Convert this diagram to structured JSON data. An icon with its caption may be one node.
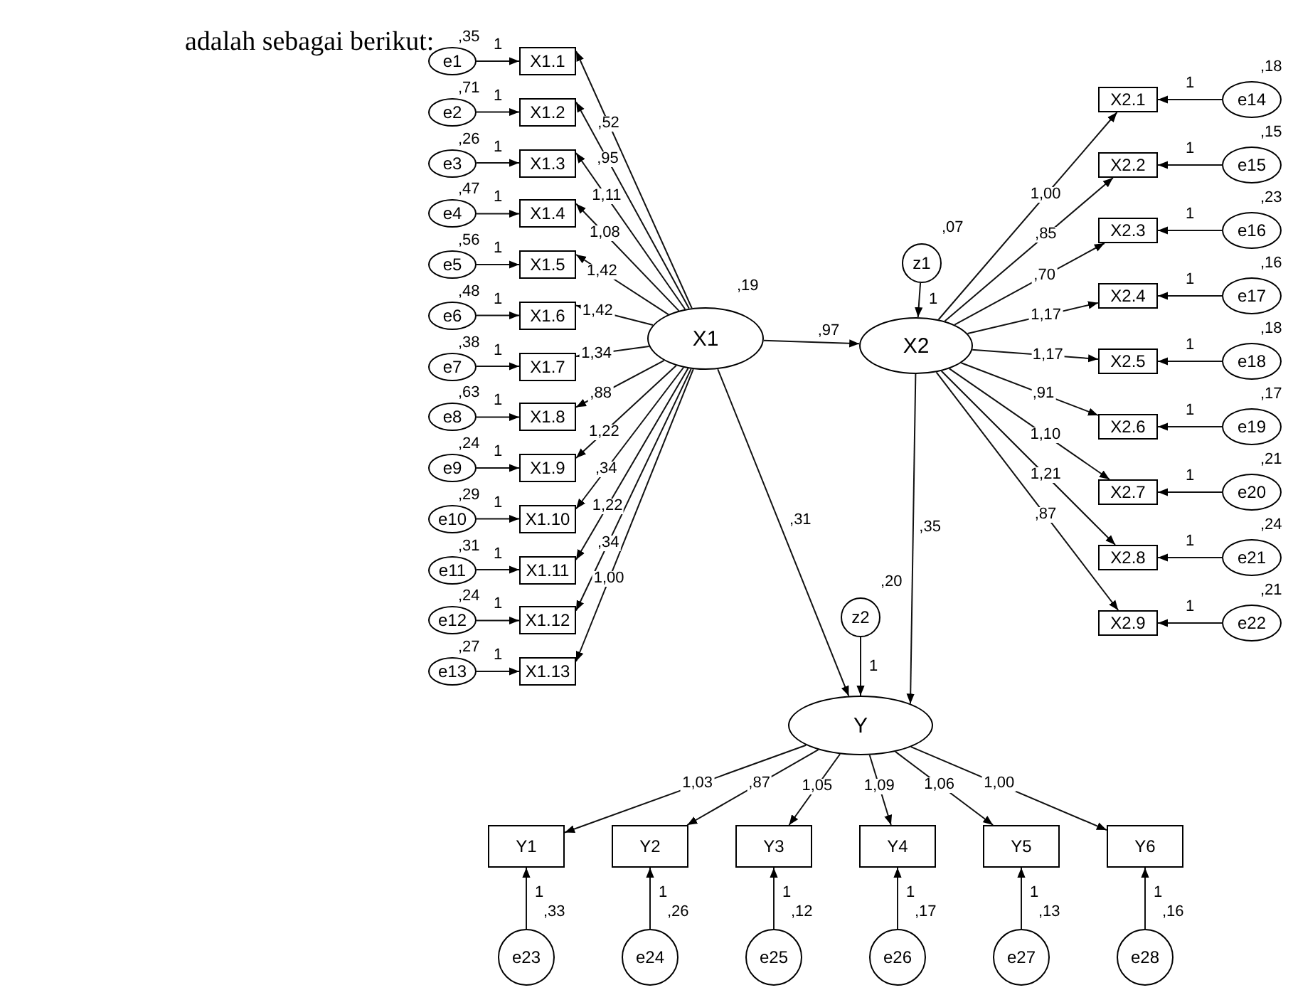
{
  "diagram": {
    "nodes": [
      {
        "text": [
          "X1"
        ],
        "beside": [
          ",19"
        ]
      },
      {
        "text": [
          "X2"
        ]
      },
      {
        "text": [
          "Y"
        ]
      },
      {
        "text": [
          "z1"
        ],
        "beside": [
          ",07"
        ]
      },
      {
        "text": [
          "z2"
        ],
        "beside": [
          ",20"
        ]
      },
      {
        "text": [
          "X1.1"
        ]
      },
      {
        "text": [
          "X1.2"
        ]
      },
      {
        "text": [
          "X1.3"
        ]
      },
      {
        "text": [
          "X1.4"
        ]
      },
      {
        "text": [
          "X1.5"
        ]
      },
      {
        "text": [
          "X1.6"
        ]
      },
      {
        "text": [
          "X1.7"
        ]
      },
      {
        "text": [
          "X1.8"
        ]
      },
      {
        "text": [
          "X1.9"
        ]
      },
      {
        "text": [
          "X1.10"
        ]
      },
      {
        "text": [
          "X1.11"
        ]
      },
      {
        "text": [
          "X1.12"
        ]
      },
      {
        "text": [
          "X1.13"
        ]
      },
      {
        "text": [
          "X2.1"
        ]
      },
      {
        "text": [
          "X2.2"
        ]
      },
      {
        "text": [
          "X2.3"
        ]
      },
      {
        "text": [
          "X2.4"
        ]
      },
      {
        "text": [
          "X2.5"
        ]
      },
      {
        "text": [
          "X2.6"
        ]
      },
      {
        "text": [
          "X2.7"
        ]
      },
      {
        "text": [
          "X2.8"
        ]
      },
      {
        "text": [
          "X2.9"
        ]
      },
      {
        "text": [
          "Y1"
        ]
      },
      {
        "text": [
          "Y2"
        ]
      },
      {
        "text": [
          "Y3"
        ]
      },
      {
        "text": [
          "Y4"
        ]
      },
      {
        "text": [
          "Y5"
        ]
      },
      {
        "text": [
          "Y6"
        ]
      },
      {
        "text": [
          "e1"
        ],
        "beside": [
          ",35"
        ]
      },
      {
        "text": [
          "e2"
        ],
        "beside": [
          ",71"
        ]
      },
      {
        "text": [
          "e3"
        ],
        "beside": [
          ",26"
        ]
      },
      {
        "text": [
          "e4"
        ],
        "beside": [
          ",47"
        ]
      },
      {
        "text": [
          "e5"
        ],
        "beside": [
          ",56"
        ]
      },
      {
        "text": [
          "e6"
        ],
        "beside": [
          ",48"
        ]
      },
      {
        "text": [
          "e7"
        ],
        "beside": [
          ",38"
        ]
      },
      {
        "text": [
          "e8"
        ],
        "beside": [
          ",63"
        ]
      },
      {
        "text": [
          "e9"
        ],
        "beside": [
          ",24"
        ]
      },
      {
        "text": [
          "e10"
        ],
        "beside": [
          ",29"
        ]
      },
      {
        "text": [
          "e11"
        ],
        "beside": [
          ",31"
        ]
      },
      {
        "text": [
          "e12"
        ],
        "beside": [
          ",24"
        ]
      },
      {
        "text": [
          "e13"
        ],
        "beside": [
          ",27"
        ]
      },
      {
        "text": [
          "e14"
        ],
        "beside": [
          ",18"
        ]
      },
      {
        "text": [
          "e15"
        ],
        "beside": [
          ",15"
        ]
      },
      {
        "text": [
          "e16"
        ],
        "beside": [
          ",23"
        ]
      },
      {
        "text": [
          "e17"
        ],
        "beside": [
          ",16"
        ]
      },
      {
        "text": [
          "e18"
        ],
        "beside": [
          ",18"
        ]
      },
      {
        "text": [
          "e19"
        ],
        "beside": [
          ",17"
        ]
      },
      {
        "text": [
          "e20"
        ],
        "beside": [
          ",21"
        ]
      },
      {
        "text": [
          "e21"
        ],
        "beside": [
          ",24"
        ]
      },
      {
        "text": [
          "e22"
        ],
        "beside": [
          ",21"
        ]
      },
      {
        "text": [
          "e23"
        ],
        "beside": [
          ",33"
        ]
      },
      {
        "text": [
          "e24"
        ],
        "beside": [
          ",26"
        ]
      },
      {
        "text": [
          "e25"
        ],
        "beside": [
          ",12"
        ]
      },
      {
        "text": [
          "e26"
        ],
        "beside": [
          ",17"
        ]
      },
      {
        "text": [
          "e27"
        ],
        "beside": [
          ",13"
        ]
      },
      {
        "text": [
          "e28"
        ],
        "beside": [
          ",16"
        ]
      }
    ],
    "edges": [
      {
        "from": 0,
        "to": 1,
        "arrow": "to",
        "label": ",97"
      },
      {
        "from": 0,
        "to": 2,
        "arrow": "to",
        "label": ",31"
      },
      {
        "from": 1,
        "to": 2,
        "arrow": "to",
        "label": ",35"
      },
      {
        "from": 3,
        "to": 1,
        "arrow": "to",
        "label": "1"
      },
      {
        "from": 4,
        "to": 2,
        "arrow": "to",
        "label": "1"
      },
      {
        "from": 0,
        "to": 5,
        "arrow": "to",
        "label": ",52"
      },
      {
        "from": 0,
        "to": 6,
        "arrow": "to",
        "label": ",95"
      },
      {
        "from": 0,
        "to": 7,
        "arrow": "to",
        "label": "1,11"
      },
      {
        "from": 0,
        "to": 8,
        "arrow": "to",
        "label": "1,08"
      },
      {
        "from": 0,
        "to": 9,
        "arrow": "to",
        "label": "1,42"
      },
      {
        "from": 0,
        "to": 10,
        "arrow": "to",
        "label": "1,42"
      },
      {
        "from": 0,
        "to": 11,
        "arrow": "to",
        "label": "1,34"
      },
      {
        "from": 0,
        "to": 12,
        "arrow": "to",
        "label": ",88"
      },
      {
        "from": 0,
        "to": 13,
        "arrow": "to",
        "label": "1,22"
      },
      {
        "from": 0,
        "to": 14,
        "arrow": "to",
        "label": ",34"
      },
      {
        "from": 0,
        "to": 15,
        "arrow": "to",
        "label": "1,22"
      },
      {
        "from": 0,
        "to": 16,
        "arrow": "to",
        "label": ",34"
      },
      {
        "from": 0,
        "to": 17,
        "arrow": "to",
        "label": "1,00"
      },
      {
        "from": 33,
        "to": 5,
        "arrow": "to",
        "label": "1"
      },
      {
        "from": 34,
        "to": 6,
        "arrow": "to",
        "label": "1"
      },
      {
        "from": 35,
        "to": 7,
        "arrow": "to",
        "label": "1"
      },
      {
        "from": 36,
        "to": 8,
        "arrow": "to",
        "label": "1"
      },
      {
        "from": 37,
        "to": 9,
        "arrow": "to",
        "label": "1"
      },
      {
        "from": 38,
        "to": 10,
        "arrow": "to",
        "label": "1"
      },
      {
        "from": 39,
        "to": 11,
        "arrow": "to",
        "label": "1"
      },
      {
        "from": 40,
        "to": 12,
        "arrow": "to",
        "label": "1"
      },
      {
        "from": 41,
        "to": 13,
        "arrow": "to",
        "label": "1"
      },
      {
        "from": 42,
        "to": 14,
        "arrow": "to",
        "label": "1"
      },
      {
        "from": 43,
        "to": 15,
        "arrow": "to",
        "label": "1"
      },
      {
        "from": 44,
        "to": 16,
        "arrow": "to",
        "label": "1"
      },
      {
        "from": 45,
        "to": 17,
        "arrow": "to",
        "label": "1"
      },
      {
        "from": 1,
        "to": 18,
        "arrow": "to",
        "label": "1,00"
      },
      {
        "from": 1,
        "to": 19,
        "arrow": "to",
        "label": ",85"
      },
      {
        "from": 1,
        "to": 20,
        "arrow": "to",
        "label": ",70"
      },
      {
        "from": 1,
        "to": 21,
        "arrow": "to",
        "label": "1,17"
      },
      {
        "from": 1,
        "to": 22,
        "arrow": "to",
        "label": "1,17"
      },
      {
        "from": 1,
        "to": 23,
        "arrow": "to",
        "label": ",91"
      },
      {
        "from": 1,
        "to": 24,
        "arrow": "to",
        "label": "1,10"
      },
      {
        "from": 1,
        "to": 25,
        "arrow": "to",
        "label": "1,21"
      },
      {
        "from": 1,
        "to": 26,
        "arrow": "to",
        "label": ",87"
      },
      {
        "from": 46,
        "to": 18,
        "arrow": "to",
        "label": "1"
      },
      {
        "from": 47,
        "to": 19,
        "arrow": "to",
        "label": "1"
      },
      {
        "from": 48,
        "to": 20,
        "arrow": "to",
        "label": "1"
      },
      {
        "from": 49,
        "to": 21,
        "arrow": "to",
        "label": "1"
      },
      {
        "from": 50,
        "to": 22,
        "arrow": "to",
        "label": "1"
      },
      {
        "from": 51,
        "to": 23,
        "arrow": "to",
        "label": "1"
      },
      {
        "from": 52,
        "to": 24,
        "arrow": "to",
        "label": "1"
      },
      {
        "from": 53,
        "to": 25,
        "arrow": "to",
        "label": "1"
      },
      {
        "from": 54,
        "to": 26,
        "arrow": "to",
        "label": "1"
      },
      {
        "from": 2,
        "to": 27,
        "arrow": "to",
        "label": "1,03"
      },
      {
        "from": 2,
        "to": 28,
        "arrow": "to",
        "label": ",87"
      },
      {
        "from": 2,
        "to": 29,
        "arrow": "to",
        "label": "1,05"
      },
      {
        "from": 2,
        "to": 30,
        "arrow": "to",
        "label": "1,09"
      },
      {
        "from": 2,
        "to": 31,
        "arrow": "to",
        "label": "1,06"
      },
      {
        "from": 2,
        "to": 32,
        "arrow": "to",
        "label": "1,00"
      },
      {
        "from": 55,
        "to": 27,
        "arrow": "to",
        "label": "1"
      },
      {
        "from": 56,
        "to": 28,
        "arrow": "to",
        "label": "1"
      },
      {
        "from": 57,
        "to": 29,
        "arrow": "to",
        "label": "1"
      },
      {
        "from": 58,
        "to": 30,
        "arrow": "to",
        "label": "1"
      },
      {
        "from": 59,
        "to": 31,
        "arrow": "to",
        "label": "1"
      },
      {
        "from": 60,
        "to": 32,
        "arrow": "to",
        "label": "1"
      }
    ],
    "labels": [
      "adalah sebagai berikut:"
    ]
  }
}
